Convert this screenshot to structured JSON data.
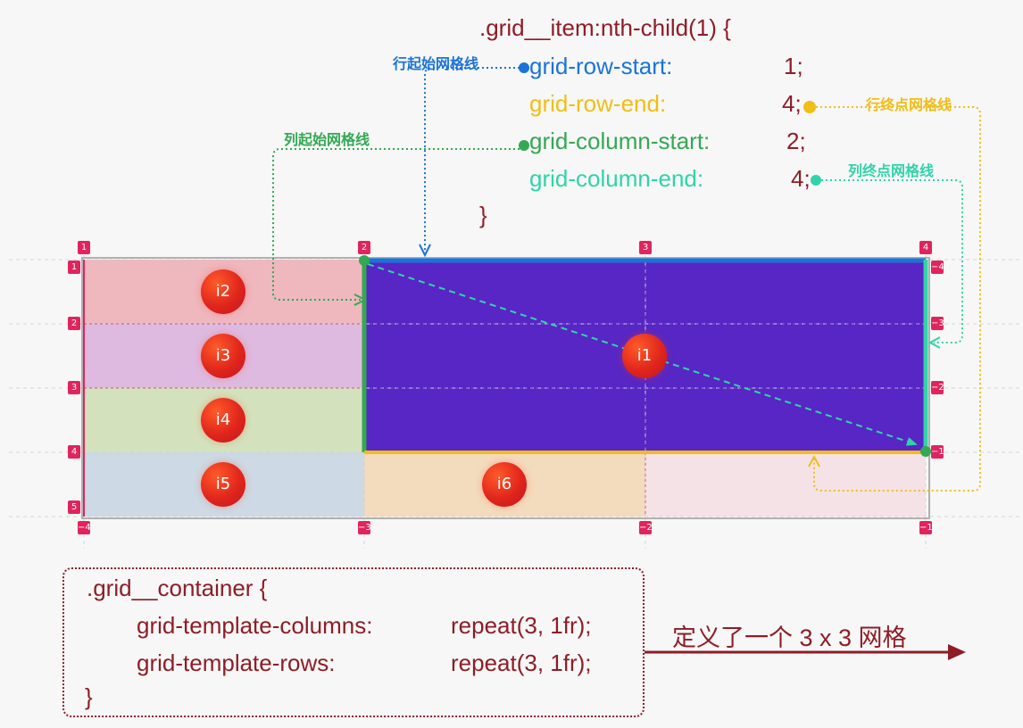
{
  "selector_code": {
    "open": ".grid__item:nth-child(1) {",
    "row_start_prop": "grid-row-start:",
    "row_start_val": "1;",
    "row_end_prop": "grid-row-end:",
    "row_end_val": "4;",
    "col_start_prop": "grid-column-start:",
    "col_start_val": "2;",
    "col_end_prop": "grid-column-end:",
    "col_end_val": "4;",
    "close": "}"
  },
  "callouts": {
    "row_start": "行起始网格线",
    "col_start": "列起始网格线",
    "row_end": "行终点网格线",
    "col_end": "列终点网格线"
  },
  "line_numbers": {
    "top": [
      "1",
      "2",
      "3",
      "4"
    ],
    "left": [
      "1",
      "2",
      "3",
      "4",
      "5"
    ],
    "right": [
      "−4",
      "−3",
      "−2",
      "−1"
    ],
    "bottom": [
      "−4",
      "−3",
      "−2",
      "−1"
    ]
  },
  "items": {
    "i1": "i1",
    "i2": "i2",
    "i3": "i3",
    "i4": "i4",
    "i5": "i5",
    "i6": "i6"
  },
  "container_code": {
    "open": ".grid__container {",
    "columns_prop": "grid-template-columns:",
    "columns_val": "repeat(3, 1fr);",
    "rows_prop": "grid-template-rows:",
    "rows_val": "repeat(3, 1fr);",
    "close": "}"
  },
  "define_text": "定义了一个 3 x 3 网格",
  "colors": {
    "dark": "#8e1d26",
    "blue": "#1a73d9",
    "yellow": "#f0be17",
    "green": "#34a853",
    "teal": "#2fd4a8",
    "item1": "#5726c4",
    "badge": "#e0245e"
  }
}
